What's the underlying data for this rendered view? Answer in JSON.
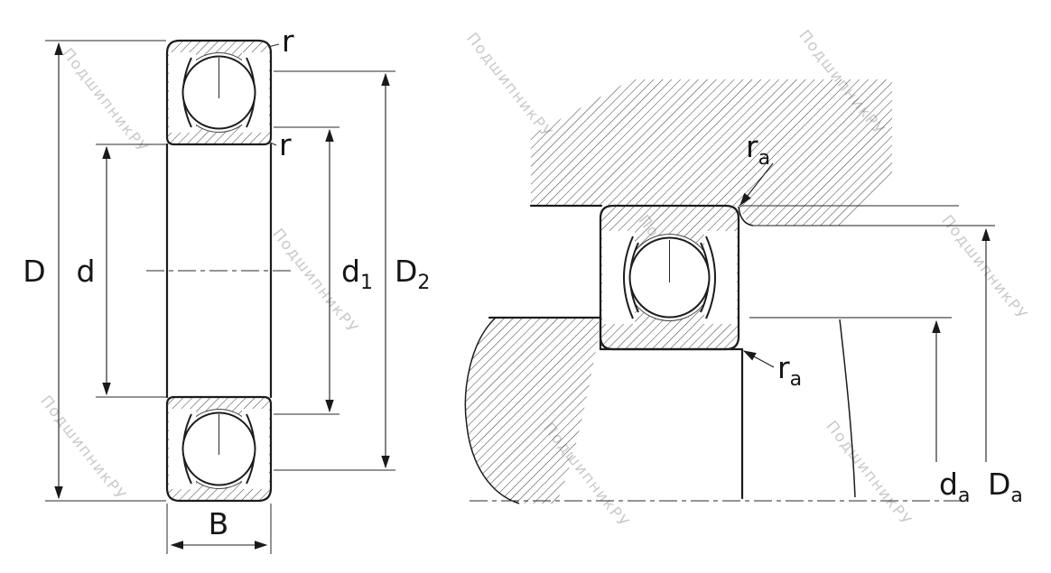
{
  "watermark": {
    "text": "ПодшипникРУ",
    "color": "#bdbdbd"
  },
  "left_view": {
    "labels": {
      "D": {
        "base": "D",
        "sub": ""
      },
      "d": {
        "base": "d",
        "sub": ""
      },
      "d1": {
        "base": "d",
        "sub": "1"
      },
      "D2": {
        "base": "D",
        "sub": "2"
      },
      "B": {
        "base": "B",
        "sub": ""
      },
      "r_outer": {
        "base": "r",
        "sub": ""
      },
      "r_inner": {
        "base": "r",
        "sub": ""
      }
    }
  },
  "right_view": {
    "labels": {
      "ra_top": {
        "base": "r",
        "sub": "a"
      },
      "ra_bottom": {
        "base": "r",
        "sub": "a"
      },
      "da": {
        "base": "d",
        "sub": "a"
      },
      "Da": {
        "base": "D",
        "sub": "a"
      }
    }
  }
}
